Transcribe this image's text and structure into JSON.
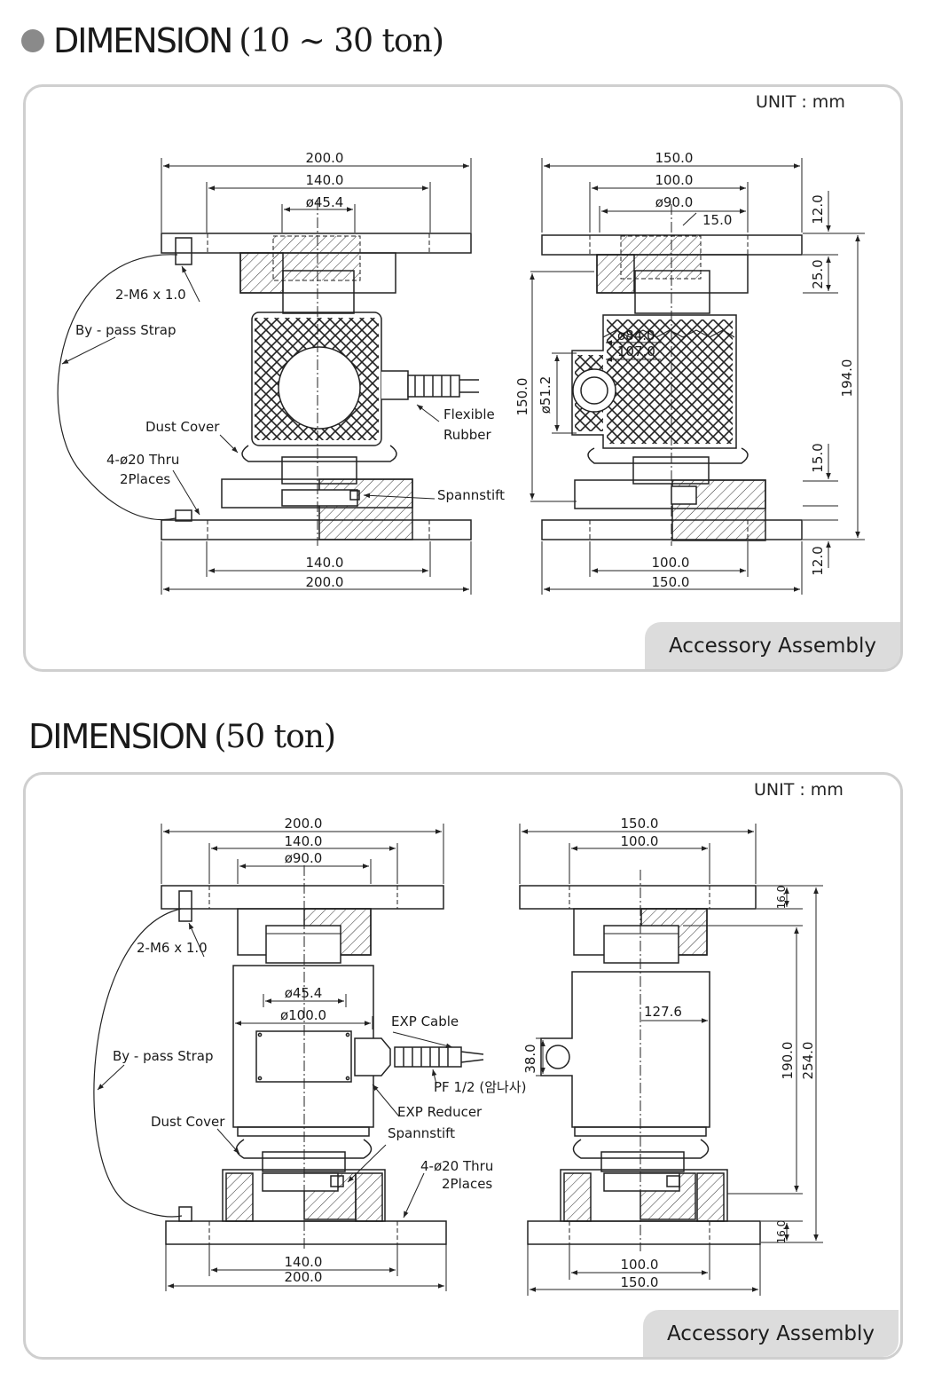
{
  "section1": {
    "title": "DIMENSION",
    "subtitle": "(10 ~ 30 ton)",
    "unit": "UNIT : mm",
    "tab": "Accessory Assembly",
    "front": {
      "d200_top": "200.0",
      "d140_top": "140.0",
      "d_phi454": "ø45.4",
      "d140_bot": "140.0",
      "d200_bot": "200.0"
    },
    "side": {
      "d150_top": "150.0",
      "d100_top": "100.0",
      "d_phi90": "ø90.0",
      "d15_top": "15.0",
      "d_phi84": "ø84.0",
      "d107": "107.0",
      "d_phi512": "ø51.2",
      "d150_v": "150.0",
      "d12_top": "12.0",
      "d25": "25.0",
      "d194": "194.0",
      "d15_v": "15.0",
      "d12_bot": "12.0",
      "d100_bot": "100.0",
      "d150_bot": "150.0"
    },
    "labels": {
      "m6": "2-M6 x 1.0",
      "strap": "By - pass Strap",
      "dust": "Dust Cover",
      "thru": "4-ø20 Thru",
      "places": "2Places",
      "flex": "Flexible",
      "rubber": "Rubber",
      "spann": "Spannstift"
    }
  },
  "section2": {
    "title": "DIMENSION",
    "subtitle": "(50 ton)",
    "unit": "UNIT : mm",
    "tab": "Accessory Assembly",
    "front": {
      "d200_top": "200.0",
      "d140_top": "140.0",
      "d_phi90": "ø90.0",
      "d_phi454": "ø45.4",
      "d_phi100": "ø100.0",
      "d140_bot": "140.0",
      "d200_bot": "200.0"
    },
    "side": {
      "d150_top": "150.0",
      "d100_top": "100.0",
      "d16_top": "16.0",
      "d1276": "127.6",
      "d38": "38.0",
      "d190": "190.0",
      "d254": "254.0",
      "d16_bot": "16.0",
      "d100_bot": "100.0",
      "d150_bot": "150.0"
    },
    "labels": {
      "m6": "2-M6 x 1.0",
      "strap": "By - pass Strap",
      "exp_cable": "EXP Cable",
      "pf": "PF 1/2 (암나사)",
      "exp_reducer": "EXP Reducer",
      "dust": "Dust Cover",
      "spann": "Spannstift",
      "thru": "4-ø20 Thru",
      "places": "2Places"
    }
  }
}
